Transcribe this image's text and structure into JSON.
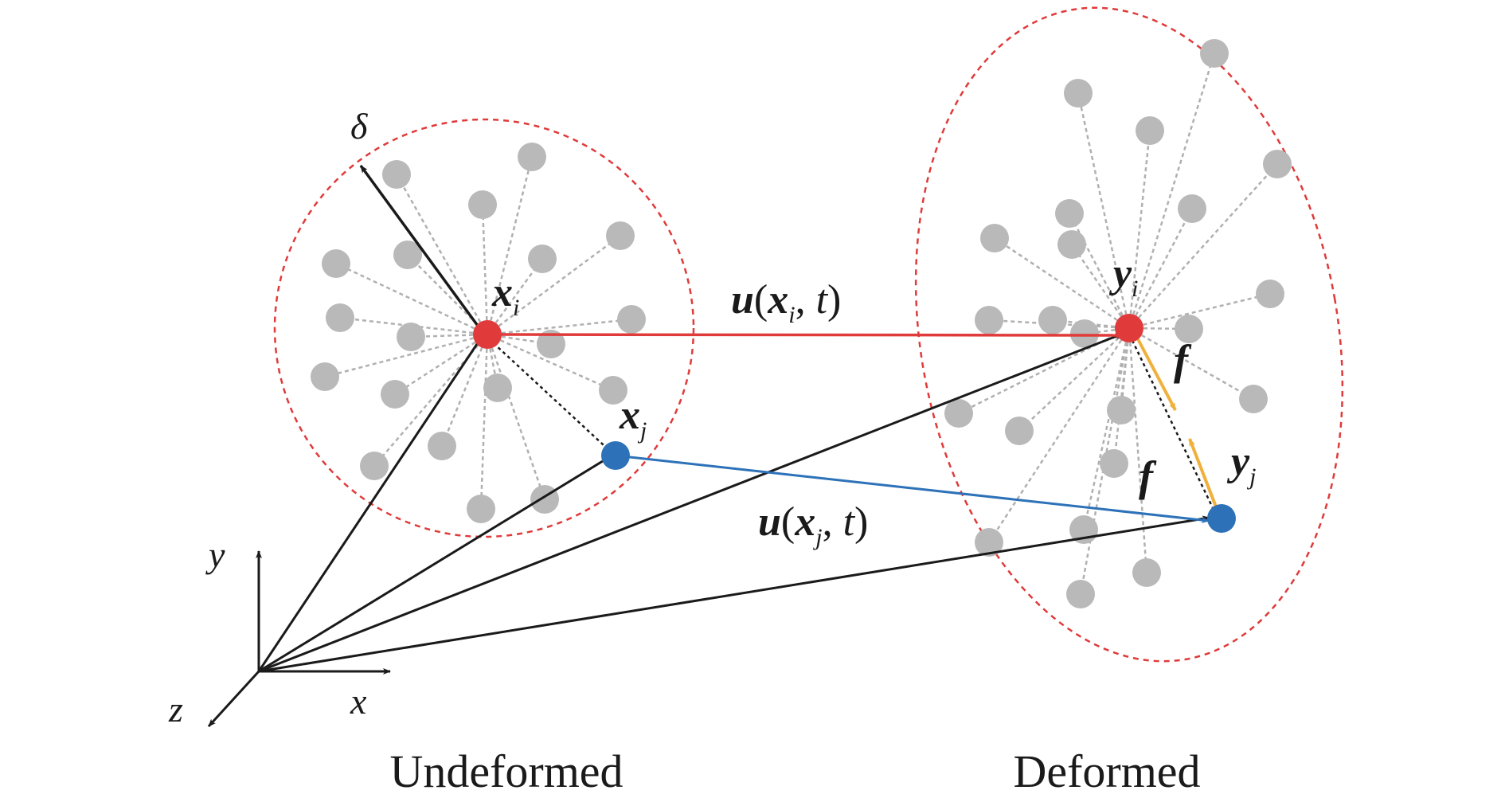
{
  "labels": {
    "delta": "δ",
    "x_i": {
      "base": "x",
      "sub": "i"
    },
    "x_j": {
      "base": "x",
      "sub": "j"
    },
    "y_i": {
      "base": "y",
      "sub": "i"
    },
    "y_j": {
      "base": "y",
      "sub": "j"
    },
    "u_i": {
      "pre": "u",
      "open": "(",
      "base": "x",
      "sub": "i",
      "rest": ", ",
      "t": "t",
      "close": ")"
    },
    "u_j": {
      "pre": "u",
      "open": "(",
      "base": "x",
      "sub": "j",
      "rest": ", ",
      "t": "t",
      "close": ")"
    },
    "f_top": "f",
    "f_bottom": "f",
    "axis_x": "x",
    "axis_y": "y",
    "axis_z": "z",
    "undeformed": "Undeformed",
    "deformed": "Deformed"
  },
  "colors": {
    "red": "#e03a3a",
    "blue": "#2d72b8",
    "black": "#1a1a1a",
    "gray_point": "#b9b9b9",
    "gray_line": "#b0b0b0",
    "orange": "#f0b03c"
  }
}
